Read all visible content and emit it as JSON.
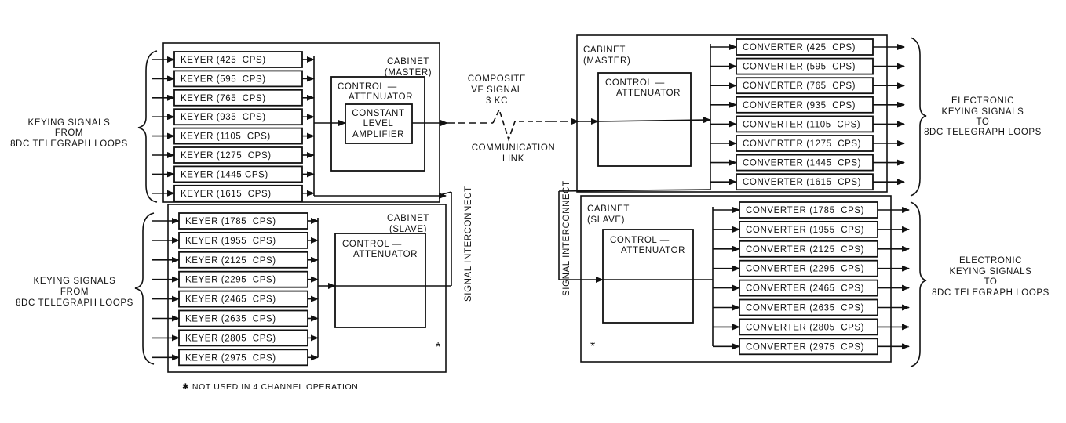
{
  "left_master": {
    "cabinet_label": [
      "CABINET",
      "(MASTER)"
    ],
    "control_label": [
      "CONTROL —",
      "ATTENUATOR"
    ],
    "amplifier_label": [
      "CONSTANT",
      "LEVEL",
      "AMPLIFIER"
    ],
    "keyers": [
      "KEYER (425  CPS)",
      "KEYER (595  CPS)",
      "KEYER (765  CPS)",
      "KEYER (935  CPS)",
      "KEYER (1105  CPS)",
      "KEYER (1275  CPS)",
      "KEYER (1445 CPS)",
      "KEYER (1615  CPS)"
    ]
  },
  "left_slave": {
    "cabinet_label": [
      "CABINET",
      "(SLAVE)"
    ],
    "control_label": [
      "CONTROL —",
      "ATTENUATOR"
    ],
    "keyers": [
      "KEYER (1785  CPS)",
      "KEYER (1955  CPS)",
      "KEYER (2125  CPS)",
      "KEYER (2295  CPS)",
      "KEYER (2465  CPS)",
      "KEYER (2635  CPS)",
      "KEYER (2805  CPS)",
      "KEYER (2975  CPS)"
    ],
    "asterisk": "*"
  },
  "right_master": {
    "cabinet_label": [
      "CABINET",
      "(MASTER)"
    ],
    "control_label": [
      "CONTROL —",
      "ATTENUATOR"
    ],
    "converters": [
      "CONVERTER (425  CPS)",
      "CONVERTER (595  CPS)",
      "CONVERTER (765  CPS)",
      "CONVERTER (935  CPS)",
      "CONVERTER (1105  CPS)",
      "CONVERTER (1275  CPS)",
      "CONVERTER (1445  CPS)",
      "CONVERTER (1615  CPS)"
    ]
  },
  "right_slave": {
    "cabinet_label": [
      "CABINET",
      "(SLAVE)"
    ],
    "control_label": [
      "CONTROL —",
      "ATTENUATOR"
    ],
    "converters": [
      "CONVERTER (1785  CPS)",
      "CONVERTER (1955  CPS)",
      "CONVERTER (2125  CPS)",
      "CONVERTER (2295  CPS)",
      "CONVERTER (2465  CPS)",
      "CONVERTER (2635  CPS)",
      "CONVERTER (2805  CPS)",
      "CONVERTER (2975  CPS)"
    ],
    "asterisk": "*"
  },
  "input_label": [
    "KEYING SIGNALS",
    "FROM",
    "8DC TELEGRAPH  LOOPS"
  ],
  "output_label": [
    "ELECTRONIC",
    "KEYING SIGNALS",
    "TO",
    "8DC TELEGRAPH LOOPS"
  ],
  "composite_label": [
    "COMPOSITE",
    "VF  SIGNAL",
    "3 KC"
  ],
  "link_label": [
    "COMMUNICATION",
    "LINK"
  ],
  "interconnect_label": "SIGNAL  INTERCONNECT",
  "footnote": "✱ NOT USED  IN  4  CHANNEL  OPERATION"
}
